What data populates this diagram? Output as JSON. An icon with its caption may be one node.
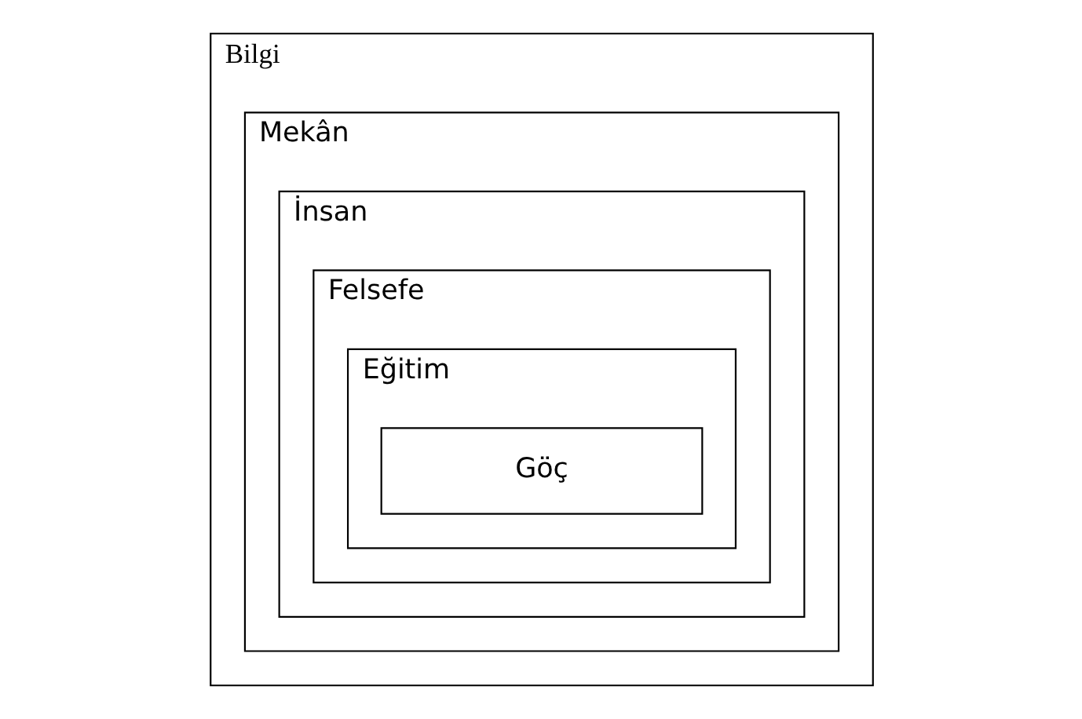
{
  "diagram": {
    "nodes": [
      {
        "text": [
          "Bilgi"
        ]
      },
      {
        "text": [
          "Mekân"
        ],
        "in": 0
      },
      {
        "text": [
          "İnsan"
        ],
        "in": 1
      },
      {
        "text": [
          "Felsefe"
        ],
        "in": 2
      },
      {
        "text": [
          "Eğitim"
        ],
        "in": 3
      },
      {
        "text": [
          "Göç"
        ],
        "in": 4
      }
    ]
  }
}
